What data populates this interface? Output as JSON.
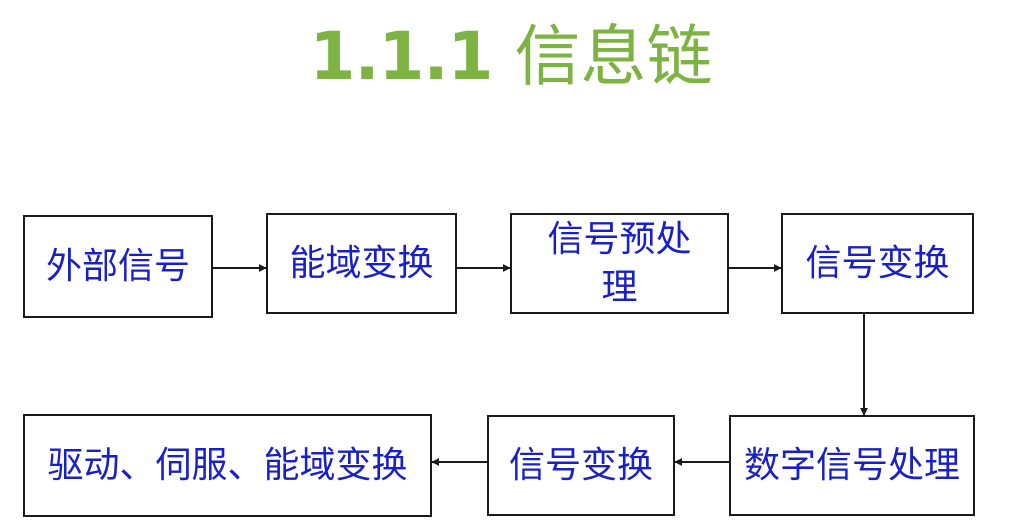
{
  "title": {
    "number": "1.1.1",
    "text": "信息链"
  },
  "colors": {
    "title": "#7cb342",
    "box_text": "#1a20c8",
    "lines": "#1a1a1a"
  },
  "diagram": {
    "nodes": [
      {
        "id": "n1",
        "label": "外部信号"
      },
      {
        "id": "n2",
        "label": "能域变换"
      },
      {
        "id": "n3",
        "label": "信号预处理"
      },
      {
        "id": "n4",
        "label": "信号变换"
      },
      {
        "id": "n5",
        "label": "数字信号处理"
      },
      {
        "id": "n6",
        "label": "信号变换"
      },
      {
        "id": "n7",
        "label": "驱动、伺服、能域变换"
      }
    ],
    "edges": [
      {
        "from": "n1",
        "to": "n2"
      },
      {
        "from": "n2",
        "to": "n3"
      },
      {
        "from": "n3",
        "to": "n4"
      },
      {
        "from": "n4",
        "to": "n5"
      },
      {
        "from": "n5",
        "to": "n6"
      },
      {
        "from": "n6",
        "to": "n7"
      }
    ]
  }
}
